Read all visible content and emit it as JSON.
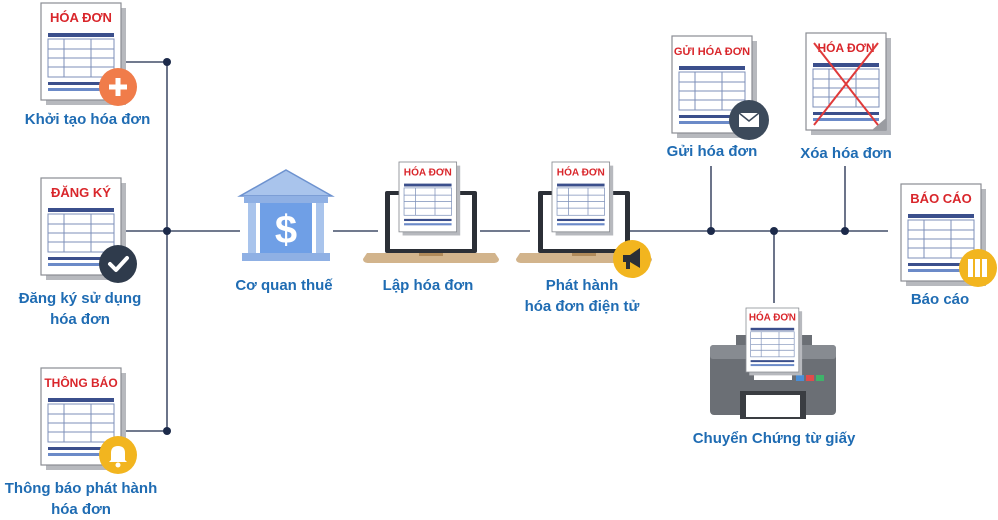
{
  "documents": {
    "create": "HÓA ĐƠN",
    "register": "ĐĂNG KÝ",
    "notice": "THÔNG BÁO",
    "laptop_create": "HÓA ĐƠN",
    "laptop_issue": "HÓA ĐƠN",
    "send": "GỬI HÓA ĐƠN",
    "delete": "HÓA ĐƠN",
    "report": "BÁO CÁO",
    "printer": "HÓA ĐƠN"
  },
  "labels": {
    "create": "Khởi tạo hóa đơn",
    "register": [
      "Đăng ký sử dụng",
      "hóa đơn"
    ],
    "notice": [
      "Thông báo phát hành",
      "hóa đơn"
    ],
    "tax_office": "Cơ quan thuế",
    "make_invoice": "Lập hóa đơn",
    "issue": [
      "Phát hành",
      "hóa đơn điện tử"
    ],
    "send": "Gửi hóa đơn",
    "delete": "Xóa hóa đơn",
    "report": "Báo cáo",
    "convert": "Chuyển Chứng từ giấy"
  },
  "icon_names": {
    "plus": "plus-icon",
    "check": "check-icon",
    "bell": "bell-icon",
    "bank": "bank-dollar-icon",
    "megaphone": "megaphone-icon",
    "envelope": "envelope-icon",
    "books": "books-icon",
    "printer": "printer-icon"
  },
  "colors": {
    "label_blue": "#1f6cb3",
    "doc_title_red": "#d9262b",
    "line": "#1c2a4a",
    "plus_badge": "#f07c4a",
    "check_badge": "#2f3b4c",
    "bell_badge": "#f2b51f",
    "megaphone_badge": "#f2b51f",
    "envelope_badge": "#3c4a5b",
    "books_badge": "#f2b51f"
  }
}
